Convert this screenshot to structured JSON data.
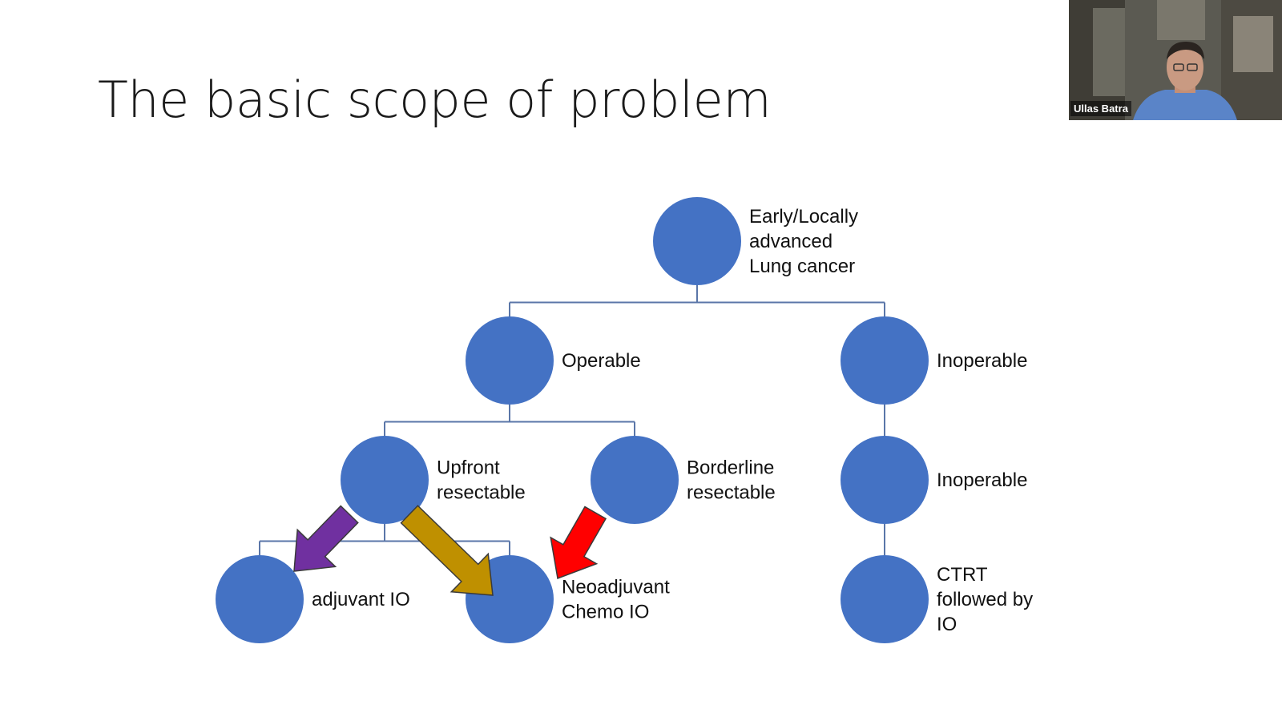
{
  "slide": {
    "title": "The basic scope of problem"
  },
  "colors": {
    "node": "#4472c4",
    "connector": "#5a76a8",
    "arrow_purple": "#7030a0",
    "arrow_gold": "#bf9000",
    "arrow_red": "#ff0000"
  },
  "diagram": {
    "nodes": [
      {
        "id": "root",
        "lines": [
          "Early/Locally",
          "advanced",
          "Lung cancer"
        ]
      },
      {
        "id": "operable",
        "lines": [
          "Operable"
        ]
      },
      {
        "id": "inoperable-1",
        "lines": [
          "Inoperable"
        ]
      },
      {
        "id": "upfront",
        "lines": [
          "Upfront",
          "resectable"
        ]
      },
      {
        "id": "borderline",
        "lines": [
          "Borderline",
          "resectable"
        ]
      },
      {
        "id": "inoperable-2",
        "lines": [
          "Inoperable"
        ]
      },
      {
        "id": "adjuvant",
        "lines": [
          "adjuvant IO"
        ]
      },
      {
        "id": "neoadjuvant",
        "lines": [
          "Neoadjuvant",
          "Chemo IO"
        ]
      },
      {
        "id": "ctrt",
        "lines": [
          "CTRT",
          "followed by",
          "IO"
        ]
      }
    ],
    "edges": [
      {
        "from": "root",
        "to": "operable"
      },
      {
        "from": "root",
        "to": "inoperable-1"
      },
      {
        "from": "operable",
        "to": "upfront"
      },
      {
        "from": "operable",
        "to": "borderline"
      },
      {
        "from": "inoperable-1",
        "to": "inoperable-2"
      },
      {
        "from": "upfront",
        "to": "adjuvant"
      },
      {
        "from": "upfront",
        "to": "neoadjuvant"
      },
      {
        "from": "inoperable-2",
        "to": "ctrt"
      }
    ],
    "arrows": [
      {
        "id": "purple-arrow",
        "color": "purple",
        "from": "upfront",
        "to": "adjuvant"
      },
      {
        "id": "gold-arrow",
        "color": "gold",
        "from": "upfront",
        "to": "neoadjuvant"
      },
      {
        "id": "red-arrow",
        "color": "red",
        "from": "borderline",
        "to": "neoadjuvant"
      }
    ]
  },
  "video": {
    "participant_name": "Ullas Batra"
  }
}
